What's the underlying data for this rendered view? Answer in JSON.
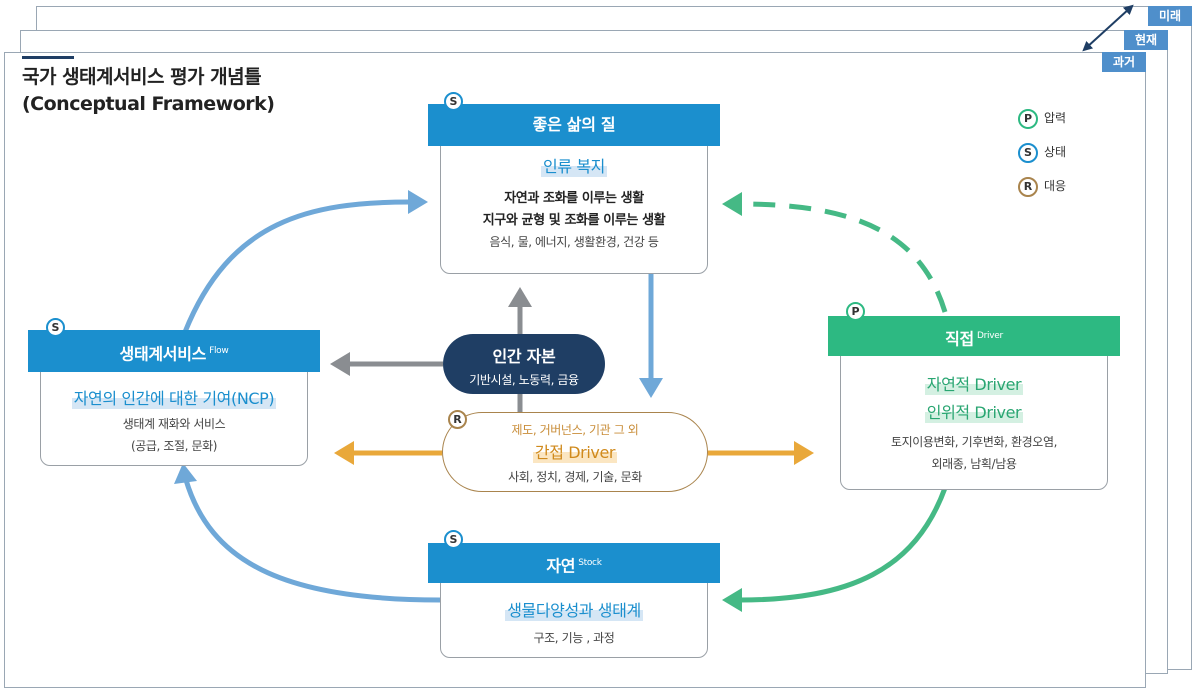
{
  "title": {
    "line1": "국가 생태계서비스 평가 개념틀",
    "line2": "(Conceptual Framework)"
  },
  "timeline": [
    "미래",
    "현재",
    "과거"
  ],
  "legend": [
    {
      "letter": "P",
      "label": "압력",
      "color": "#2db982"
    },
    {
      "letter": "S",
      "label": "상태",
      "color": "#1b8fce"
    },
    {
      "letter": "R",
      "label": "대응",
      "color": "#a9844d"
    }
  ],
  "wellbeing": {
    "badge": "S",
    "title": "좋은 삶의 질",
    "highlight": "인류 복지",
    "lines": [
      "자연과 조화를 이루는 생활",
      "지구와 균형 및 조화를 이루는 생활"
    ],
    "sub": "음식, 물, 에너지, 생활환경, 건강 등"
  },
  "ecoservice": {
    "badge": "S",
    "title": "생태계서비스",
    "title_sup": "Flow",
    "highlight": "자연의 인간에 대한 기여(NCP)",
    "lines": [
      "생태계 재화와 서비스",
      "(공급, 조절, 문화)"
    ]
  },
  "direct": {
    "badge": "P",
    "title": "직접",
    "title_sup": "Driver",
    "highlights": [
      "자연적 Driver",
      "인위적 Driver"
    ],
    "lines": [
      "토지이용변화, 기후변화, 환경오염,",
      "외래종, 남획/남용"
    ]
  },
  "nature": {
    "badge": "S",
    "title": "자연",
    "title_sup": "Stock",
    "highlight": "생물다양성과 생태계",
    "sub": "구조, 기능 , 과정"
  },
  "capital": {
    "title": "인간 자본",
    "sub": "기반시설, 노동력, 금융"
  },
  "indirect": {
    "badge": "R",
    "top": "제도, 거버넌스, 기관 그 외",
    "highlight": "간접 Driver",
    "sub": "사회, 정치, 경제, 기술, 문화"
  },
  "colors": {
    "blue": "#1b8fce",
    "green": "#2db982",
    "navy": "#1f3e64",
    "orange": "#e9a83a",
    "grey": "#8a8d91",
    "brown": "#a9844d"
  }
}
